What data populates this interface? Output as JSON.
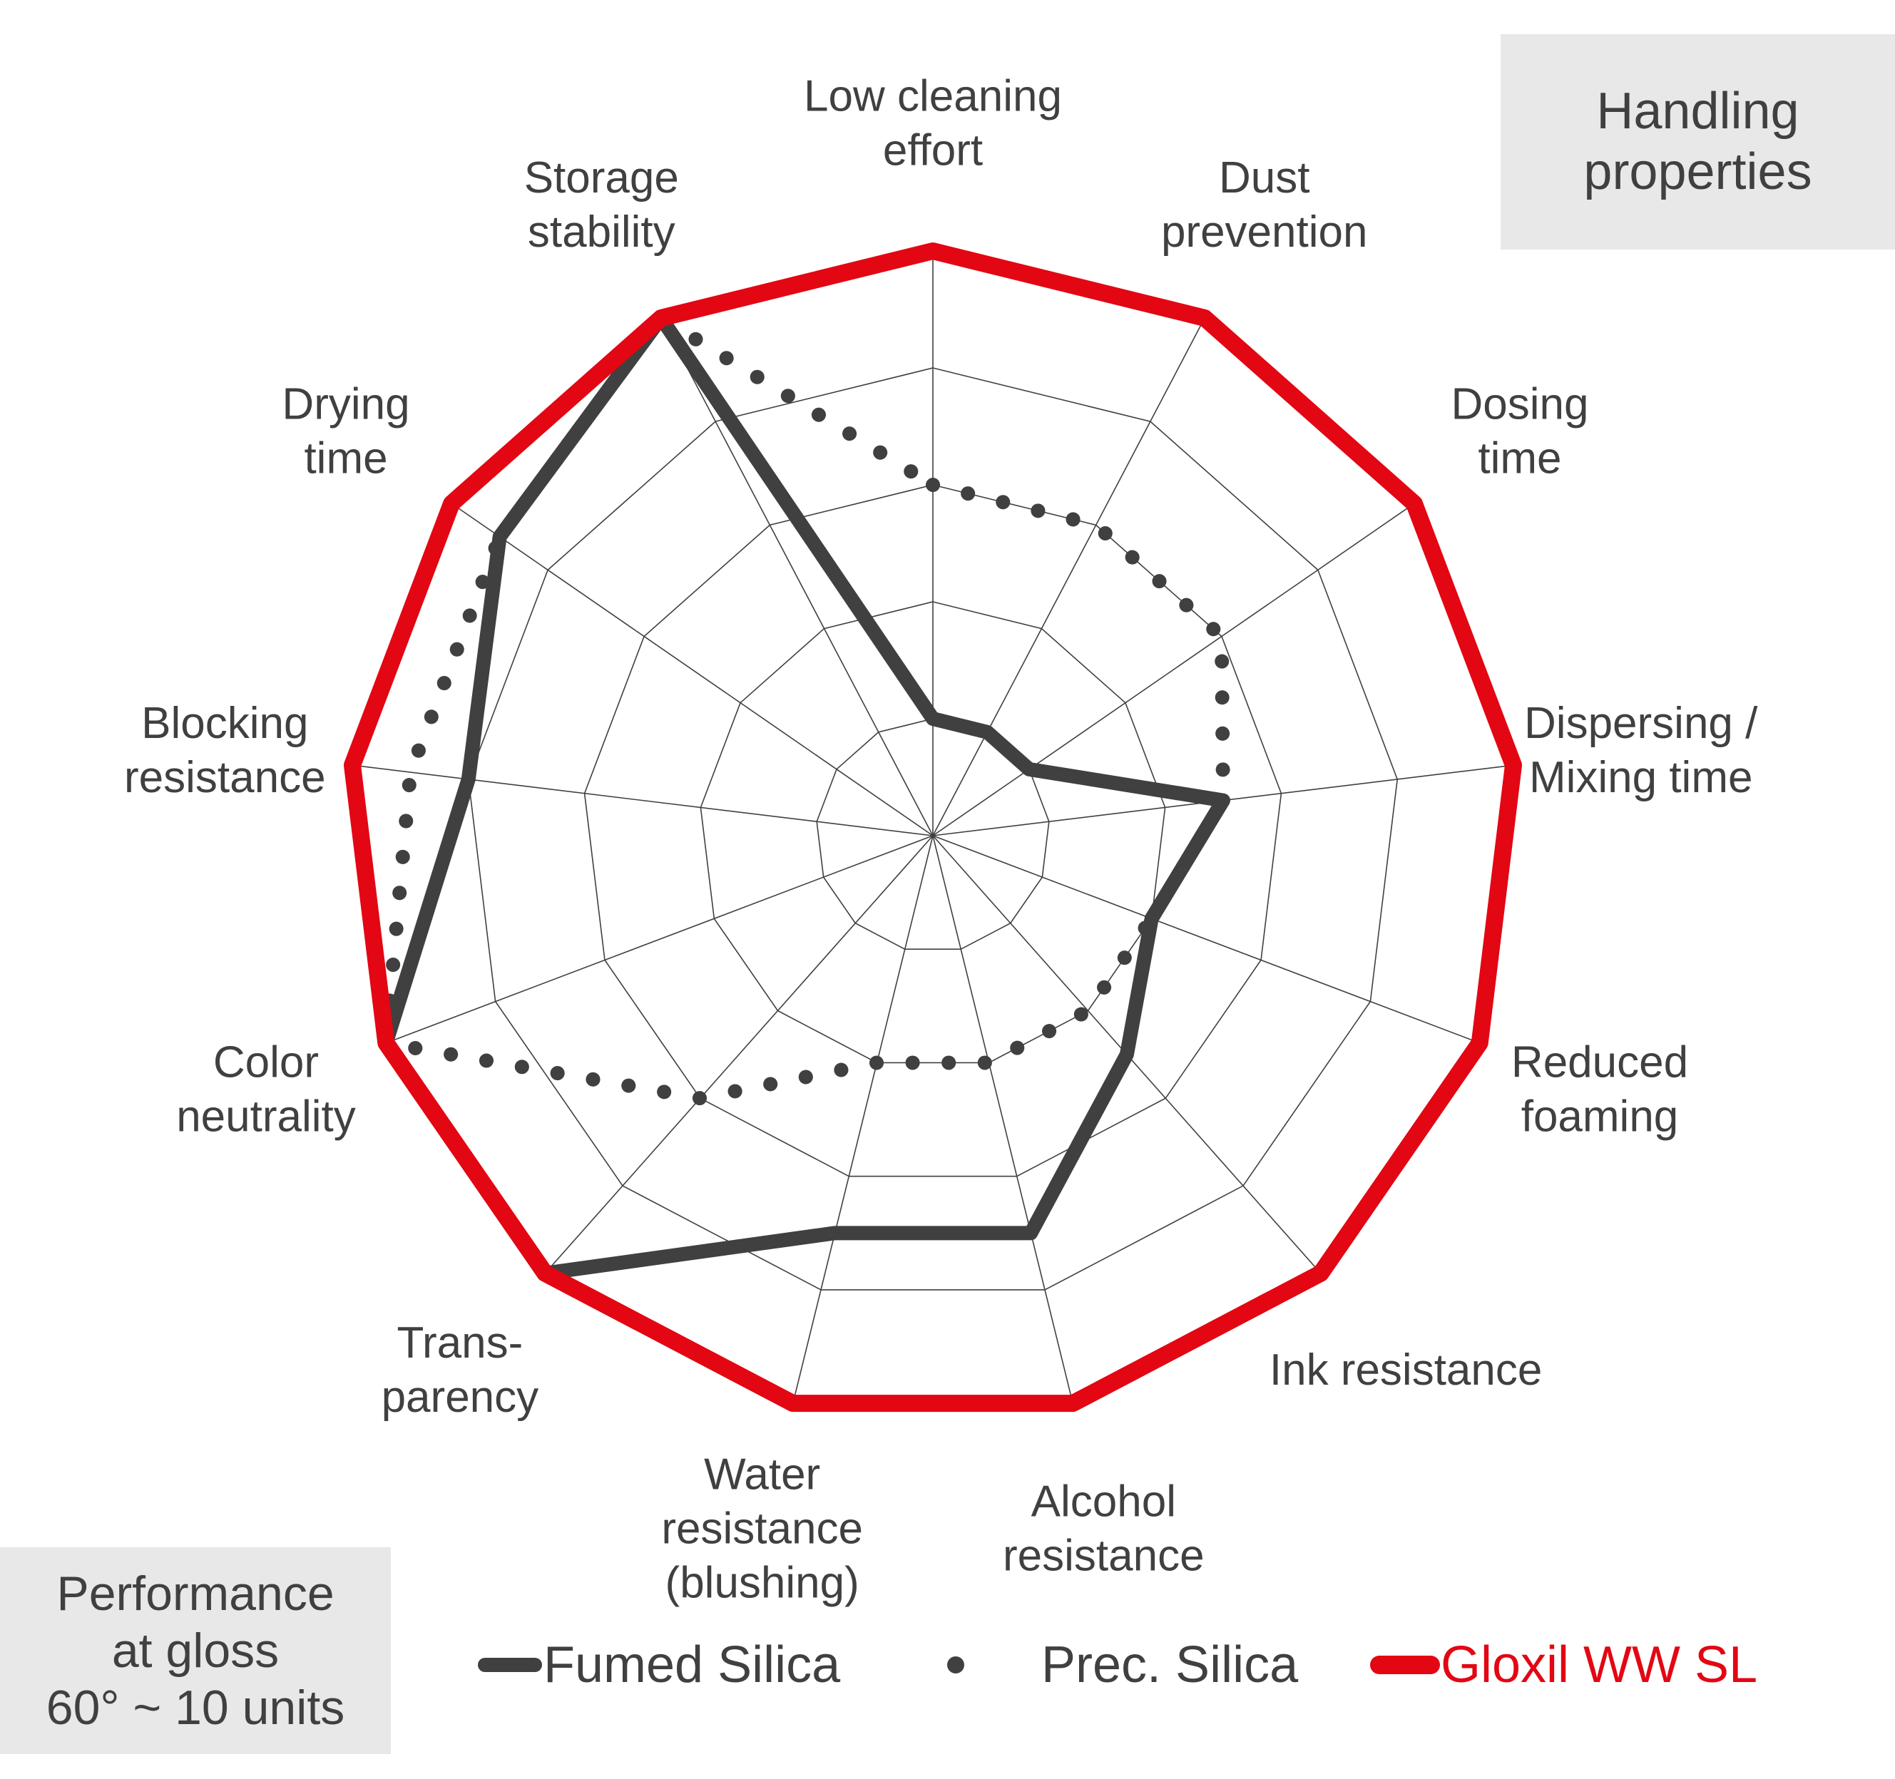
{
  "title_box": "Handling\nproperties",
  "condition_box": "Performance\nat gloss\n60° ~ 10 units",
  "colors": {
    "grid": "#404040",
    "fumed": "#404040",
    "prec": "#404040",
    "gloxil": "#e30613",
    "text": "#404040",
    "box_bg": "#e8e8e8"
  },
  "chart_data": {
    "type": "radar",
    "axes": [
      "Low cleaning\neffort",
      "Dust\nprevention",
      "Dosing\ntime",
      "Dispersing /\nMixing time",
      "Reduced\nfoaming",
      "Ink resistance",
      "Alcohol\nresistance",
      "Water\nresistance\n(blushing)",
      "Trans-\nparency",
      "Color\nneutrality",
      "Blocking\nresistance",
      "Drying\ntime",
      "Storage\nstability"
    ],
    "scale": {
      "min": 0,
      "max": 5,
      "rings": 5
    },
    "grid": true,
    "legend_position": "bottom",
    "series": [
      {
        "name": "Fumed Silica",
        "style": "solid-dark",
        "values": [
          1.0,
          1.0,
          1.0,
          2.5,
          2.0,
          2.5,
          3.5,
          3.5,
          5.0,
          5.0,
          4.0,
          4.5,
          5.0
        ]
      },
      {
        "name": "Prec. Silica",
        "style": "dotted",
        "values": [
          3.0,
          3.0,
          3.0,
          2.5,
          2.0,
          2.0,
          2.0,
          2.0,
          3.0,
          5.0,
          4.5,
          4.5,
          5.0
        ]
      },
      {
        "name": "Gloxil WW SL",
        "style": "solid-red",
        "values": [
          5,
          5,
          5,
          5,
          5,
          5,
          5,
          5,
          5,
          5,
          5,
          5,
          5
        ]
      }
    ]
  }
}
